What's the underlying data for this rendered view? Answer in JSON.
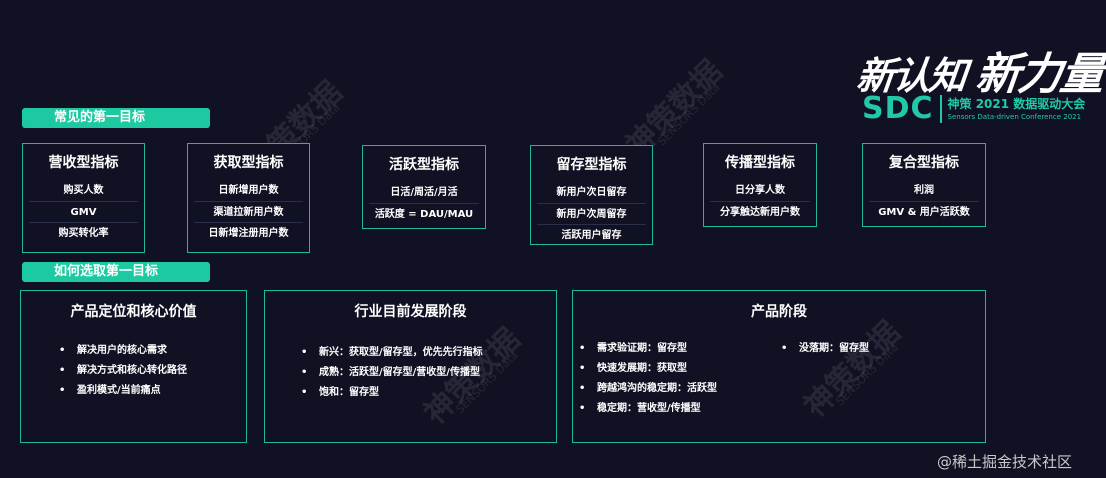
{
  "brand": {
    "slogan_part1": "新认知",
    "slogan_part2": "新力量",
    "logo": "SDC",
    "event_cn": "神策 2021 数据驱动大会",
    "event_en": "Sensors Data-driven Conference 2021"
  },
  "watermark": {
    "cn": "神策数据",
    "en": "SENSORS Data"
  },
  "section1": {
    "tag": "常见的第一目标",
    "cards": [
      {
        "title": "营收型指标",
        "items": [
          "购买人数",
          "GMV",
          "购买转化率"
        ]
      },
      {
        "title": "获取型指标",
        "items": [
          "日新增用户数",
          "渠道拉新用户数",
          "日新增注册用户数"
        ]
      },
      {
        "title": "活跃型指标",
        "items": [
          "日活/周活/月活",
          "活跃度 = DAU/MAU"
        ]
      },
      {
        "title": "留存型指标",
        "items": [
          "新用户次日留存",
          "新用户次周留存",
          "活跃用户留存"
        ]
      },
      {
        "title": "传播型指标",
        "items": [
          "日分享人数",
          "分享触达新用户数"
        ]
      },
      {
        "title": "复合型指标",
        "items": [
          "利润",
          "GMV & 用户活跃数"
        ]
      }
    ]
  },
  "section2": {
    "tag": "如何选取第一目标",
    "boxes": [
      {
        "title": "产品定位和核心价值",
        "items": [
          "解决用户的核心需求",
          "解决方式和核心转化路径",
          "盈利模式/当前痛点"
        ]
      },
      {
        "title": "行业目前发展阶段",
        "items": [
          "新兴：获取型/留存型，优先先行指标",
          "成熟：活跃型/留存型/营收型/传播型",
          "饱和：留存型"
        ]
      },
      {
        "title": "产品阶段",
        "items_left": [
          "需求验证期：留存型",
          "快速发展期：获取型",
          "跨越鸿沟的稳定期：活跃型",
          "稳定期：营收型/传播型"
        ],
        "items_right": [
          "没落期：留存型"
        ]
      }
    ]
  },
  "footer": "@稀土掘金技术社区",
  "colors": {
    "accent": "#1dc9a0",
    "background": "#101223",
    "border": "#1fb89a"
  }
}
